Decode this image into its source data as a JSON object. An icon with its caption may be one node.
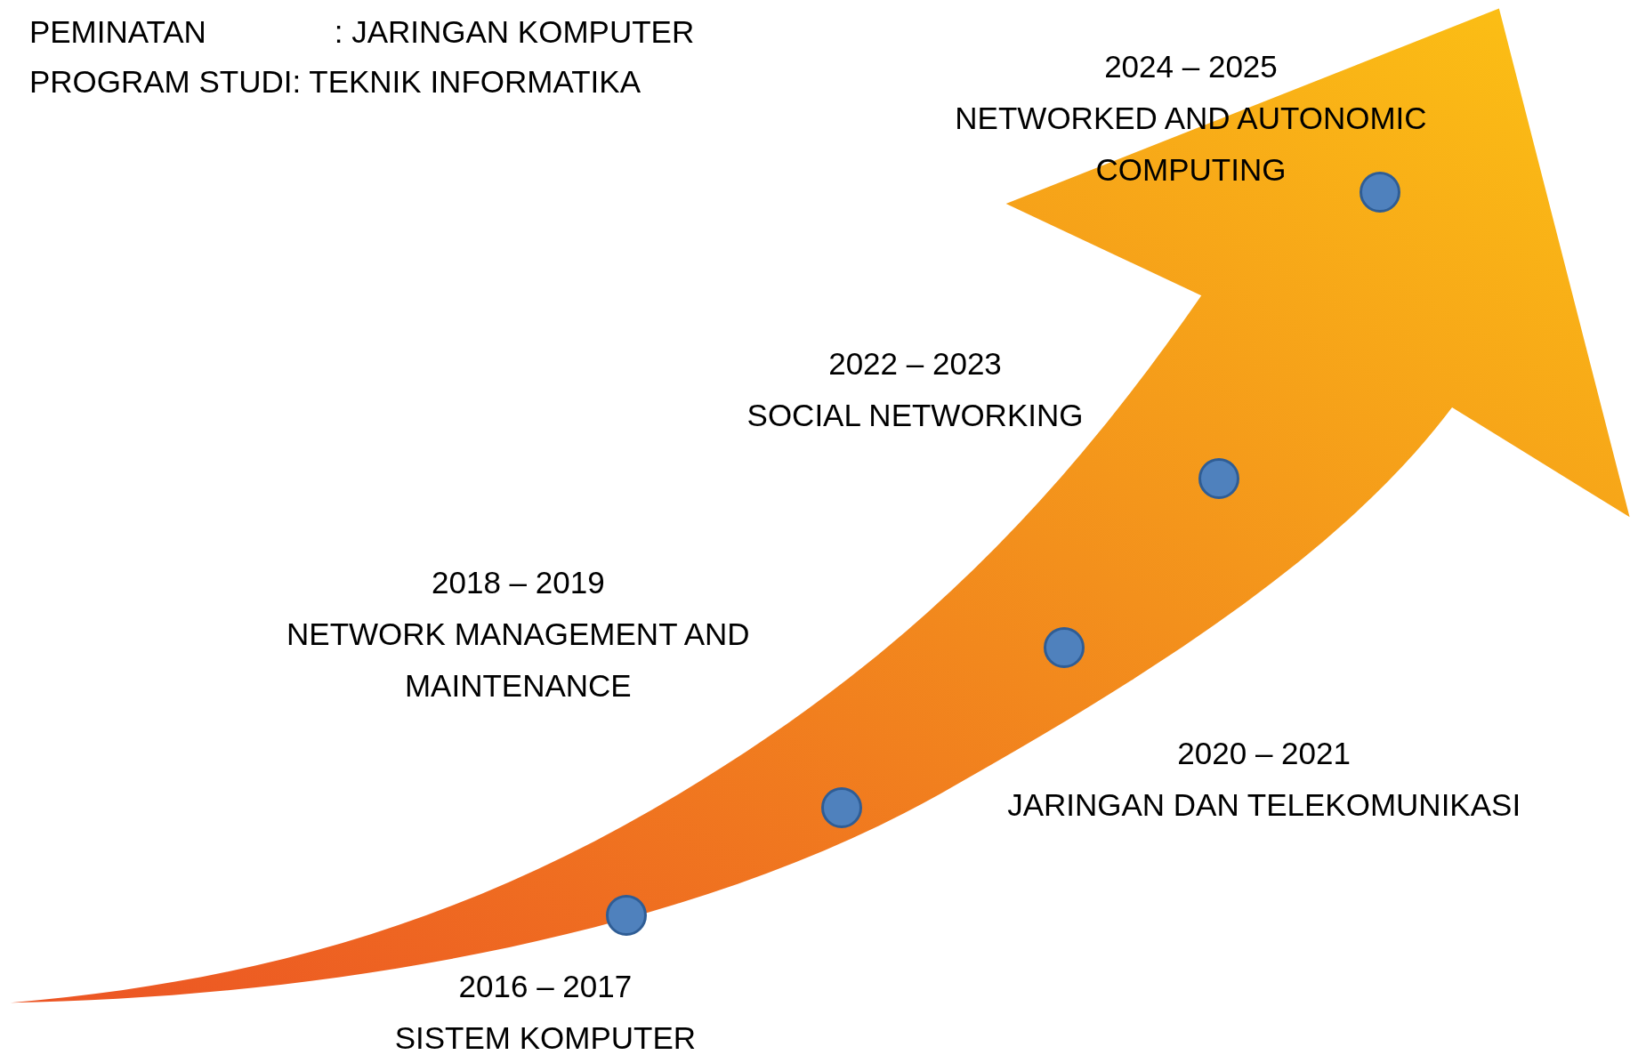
{
  "diagram": {
    "nodes": [
      {
        "text": [],
        "shape": "circle",
        "beside": [
          "2016 – 2017",
          "SISTEM KOMPUTER"
        ]
      },
      {
        "text": [],
        "shape": "circle",
        "beside": [
          "2018 – 2019",
          "NETWORK MANAGEMENT AND MAINTENANCE"
        ]
      },
      {
        "text": [],
        "shape": "circle",
        "beside": [
          "2020 – 2021",
          "JARINGAN DAN TELEKOMUNIKASI"
        ]
      },
      {
        "text": [],
        "shape": "circle",
        "beside": [
          "2022 – 2023",
          "SOCIAL NETWORKING"
        ]
      },
      {
        "text": [],
        "shape": "circle",
        "beside": [
          "2024 – 2025",
          "NETWORKED AND AUTONOMIC COMPUTING"
        ]
      }
    ],
    "labels": [
      "PEMINATAN",
      ": JARINGAN KOMPUTER",
      "PROGRAM STUDI: TEKNIK INFORMATIKA"
    ]
  }
}
